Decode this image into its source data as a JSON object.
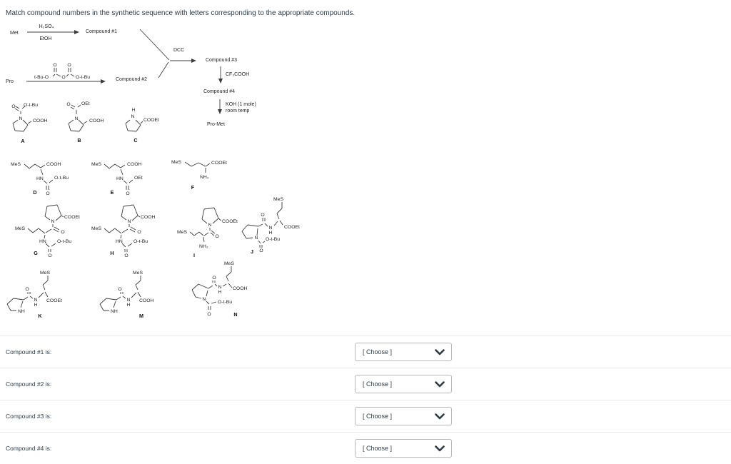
{
  "title": "Match compound numbers in the synthetic sequence with letters corresponding to the appropriate compounds.",
  "scheme": {
    "met": "Met",
    "pro": "Pro",
    "h2so4": "H₂SO₄",
    "etoh": "EtOH",
    "compound1": "Compound #1",
    "compound2": "Compound #2",
    "compound3": "Compound #3",
    "compound4": "Compound #4",
    "dcc": "DCC",
    "cf3cooh": "CF₃COOH",
    "koh": "KOH (1 mole)",
    "room_temp": "room temp",
    "pro_met": "Pro-Met",
    "boc": {
      "tbuo": "t-Bu-O",
      "o1": "O",
      "o2": "O",
      "o_mid": "O",
      "otbu": "O-t-Bu"
    }
  },
  "structures": {
    "A": {
      "letter": "A",
      "o": "O",
      "otbu": "O-t-Bu",
      "n": "N",
      "cooh": "COOH"
    },
    "B": {
      "letter": "B",
      "o": "O",
      "oet": "OEt",
      "n": "N",
      "cooh": "COOH"
    },
    "C": {
      "letter": "C",
      "h": "H",
      "n": "N",
      "cooet": "COOEt"
    },
    "D": {
      "letter": "D",
      "mes": "MeS",
      "cooh": "COOH",
      "hn": "HN",
      "otbu": "O-t-Bu",
      "o": "O"
    },
    "E": {
      "letter": "E",
      "mes": "MeS",
      "cooh": "COOH",
      "hn": "HN",
      "oet": "OEt",
      "o": "O"
    },
    "F": {
      "letter": "F",
      "mes": "MeS",
      "cooet": "COOEt",
      "nh2": "NH₂"
    },
    "G": {
      "letter": "G",
      "n": "N",
      "cooet": "COOEt",
      "mes": "MeS",
      "o1": "O",
      "hn": "HN",
      "otbu": "O-t-Bu",
      "o2": "O"
    },
    "H": {
      "letter": "H",
      "n": "N",
      "cooh": "COOH",
      "mes": "MeS",
      "o1": "O",
      "hn": "HN",
      "otbu": "O-t-Bu",
      "o2": "O"
    },
    "I": {
      "letter": "I",
      "n": "N",
      "cooet": "COOEt",
      "mes": "MeS",
      "o1": "O",
      "nh2": "NH₂"
    },
    "J": {
      "letter": "J",
      "mes": "MeS",
      "o1": "O",
      "n1": "N",
      "h1": "H",
      "cooet": "COOEt",
      "n2": "N",
      "otbu": "O-t-Bu",
      "o2": "O"
    },
    "K": {
      "letter": "K",
      "mes": "MeS",
      "o": "O",
      "n": "N",
      "h": "H",
      "cooet": "COOEt",
      "nh": "NH"
    },
    "M": {
      "letter": "M",
      "mes": "MeS",
      "o": "O",
      "n": "N",
      "h": "H",
      "cooh": "COOH",
      "nh": "NH"
    },
    "N": {
      "letter": "N",
      "mes": "MeS",
      "o1": "O",
      "n1": "N",
      "h1": "H",
      "cooh": "COOH",
      "n2": "N",
      "otbu": "O-t-Bu",
      "o2": "O"
    }
  },
  "questions": [
    {
      "label": "Compound #1 is:",
      "choose": "[ Choose ]"
    },
    {
      "label": "Compound #2 is:",
      "choose": "[ Choose ]"
    },
    {
      "label": "Compound #3 is:",
      "choose": "[ Choose ]"
    },
    {
      "label": "Compound #4 is:",
      "choose": "[ Choose ]"
    }
  ]
}
